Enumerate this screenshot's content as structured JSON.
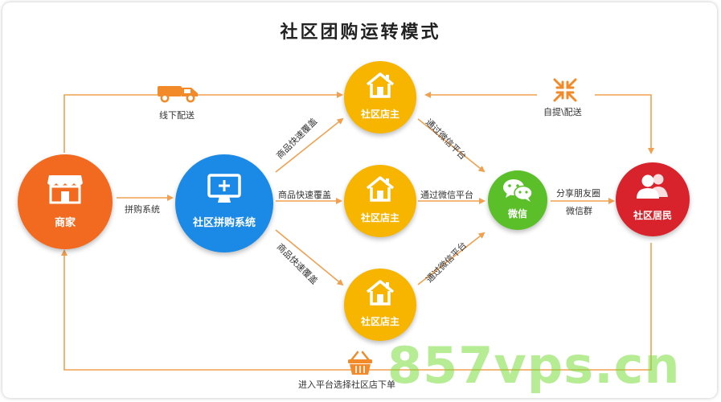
{
  "title": "社区团购运转模式",
  "nodes": {
    "merchant": "商家",
    "system": "社区拼购系统",
    "store_top": "社区店主",
    "store_mid": "社区店主",
    "store_bottom": "社区店主",
    "wechat": "微信",
    "residents": "社区居民"
  },
  "labels": {
    "offline_delivery": "线下配送",
    "self_pickup": "自提\\配送",
    "group_buy_system": "拼购系统",
    "coverage_top": "商品快速覆盖",
    "coverage_mid": "商品快速覆盖",
    "coverage_bottom": "商品快速覆盖",
    "via_wechat_top": "通过微信平台",
    "via_wechat_mid": "通过微信平台",
    "via_wechat_bottom": "通过微信平台",
    "share_moments": "分享朋友圈",
    "wechat_group": "微信群",
    "bottom_flow": "进入平台选择社区店下单"
  },
  "watermark": "857vps.cn",
  "colors": {
    "arrow": "#f0a050",
    "merchant": "#f26a1f",
    "system": "#1a8ae6",
    "store": "#f7b500",
    "wechat": "#5bbf2a",
    "residents": "#d9232c",
    "icon_orange": "#f28a2a"
  },
  "icons": [
    "truck-icon",
    "collapse-arrows-icon",
    "basket-icon",
    "shop-icon",
    "monitor-icon",
    "house-icon",
    "wechat-icon",
    "people-icon"
  ]
}
